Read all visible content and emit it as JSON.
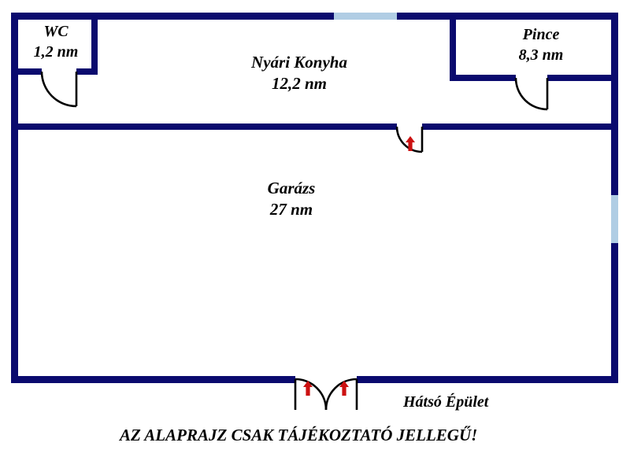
{
  "plan": {
    "title_note": "AZ ALAPRAJZ CSAK TÁJÉKOZTATÓ JELLEGŰ!",
    "building_label": "Hátsó Épület",
    "colors": {
      "wall": "#0a0a6e",
      "window": "#b0cde4",
      "door_arc": "#000000",
      "arrow": "#cc1111",
      "background": "#ffffff",
      "text": "#000000"
    },
    "rooms": [
      {
        "key": "wc",
        "name": "WC",
        "area": "1,2 nm"
      },
      {
        "key": "konyha",
        "name": "Nyári Konyha",
        "area": "12,2 nm"
      },
      {
        "key": "pince",
        "name": "Pince",
        "area": "8,3 nm"
      },
      {
        "key": "garazs",
        "name": "Garázs",
        "area": "27 nm"
      }
    ],
    "doors": [
      {
        "key": "wc-door",
        "room": "WC",
        "swing": "left-hinge-down",
        "arrow": false
      },
      {
        "key": "pince-door",
        "room": "Pince",
        "swing": "left-hinge-down",
        "arrow": false
      },
      {
        "key": "garazs-door",
        "room": "Garázs",
        "swing": "left-hinge-down",
        "arrow": true
      },
      {
        "key": "entry-door-1",
        "room": "Garázs",
        "swing": "right-hinge-down",
        "arrow": true
      },
      {
        "key": "entry-door-2",
        "room": "Garázs",
        "swing": "left-hinge-down",
        "arrow": true
      }
    ],
    "windows": [
      {
        "key": "window-top",
        "wall": "top",
        "orientation": "horizontal"
      },
      {
        "key": "window-right",
        "wall": "right",
        "orientation": "vertical"
      }
    ]
  }
}
